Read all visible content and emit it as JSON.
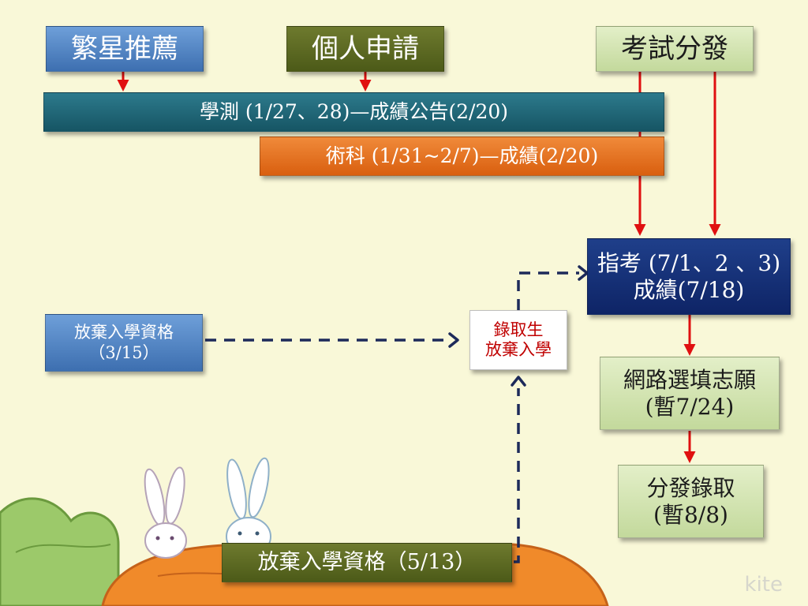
{
  "nodes": {
    "star": "繁星推薦",
    "personal": "個人申請",
    "exam": "考試分發",
    "gsat": "學測 (1/27、28)—成績公告(2/20)",
    "art": "術科 (1/31~2/7)—成績(2/20)",
    "ast_line1": "指考 (7/1、2 、3)",
    "ast_line2": "成績(7/18)",
    "giveup_left_line1": "放棄入學資格",
    "giveup_left_line2": "（3/15）",
    "admitted_line1": "錄取生",
    "admitted_line2": "放棄入學",
    "online_line1": "網路選填志願",
    "online_line2": "(暫7/24)",
    "result_line1": "分發錄取",
    "result_line2": "(暫8/8)",
    "giveup_bottom": "放棄入學資格（5/13）"
  },
  "colors": {
    "arrow_red": "#e01010",
    "dashed_navy": "#1d2a5a"
  },
  "brand": "kite"
}
